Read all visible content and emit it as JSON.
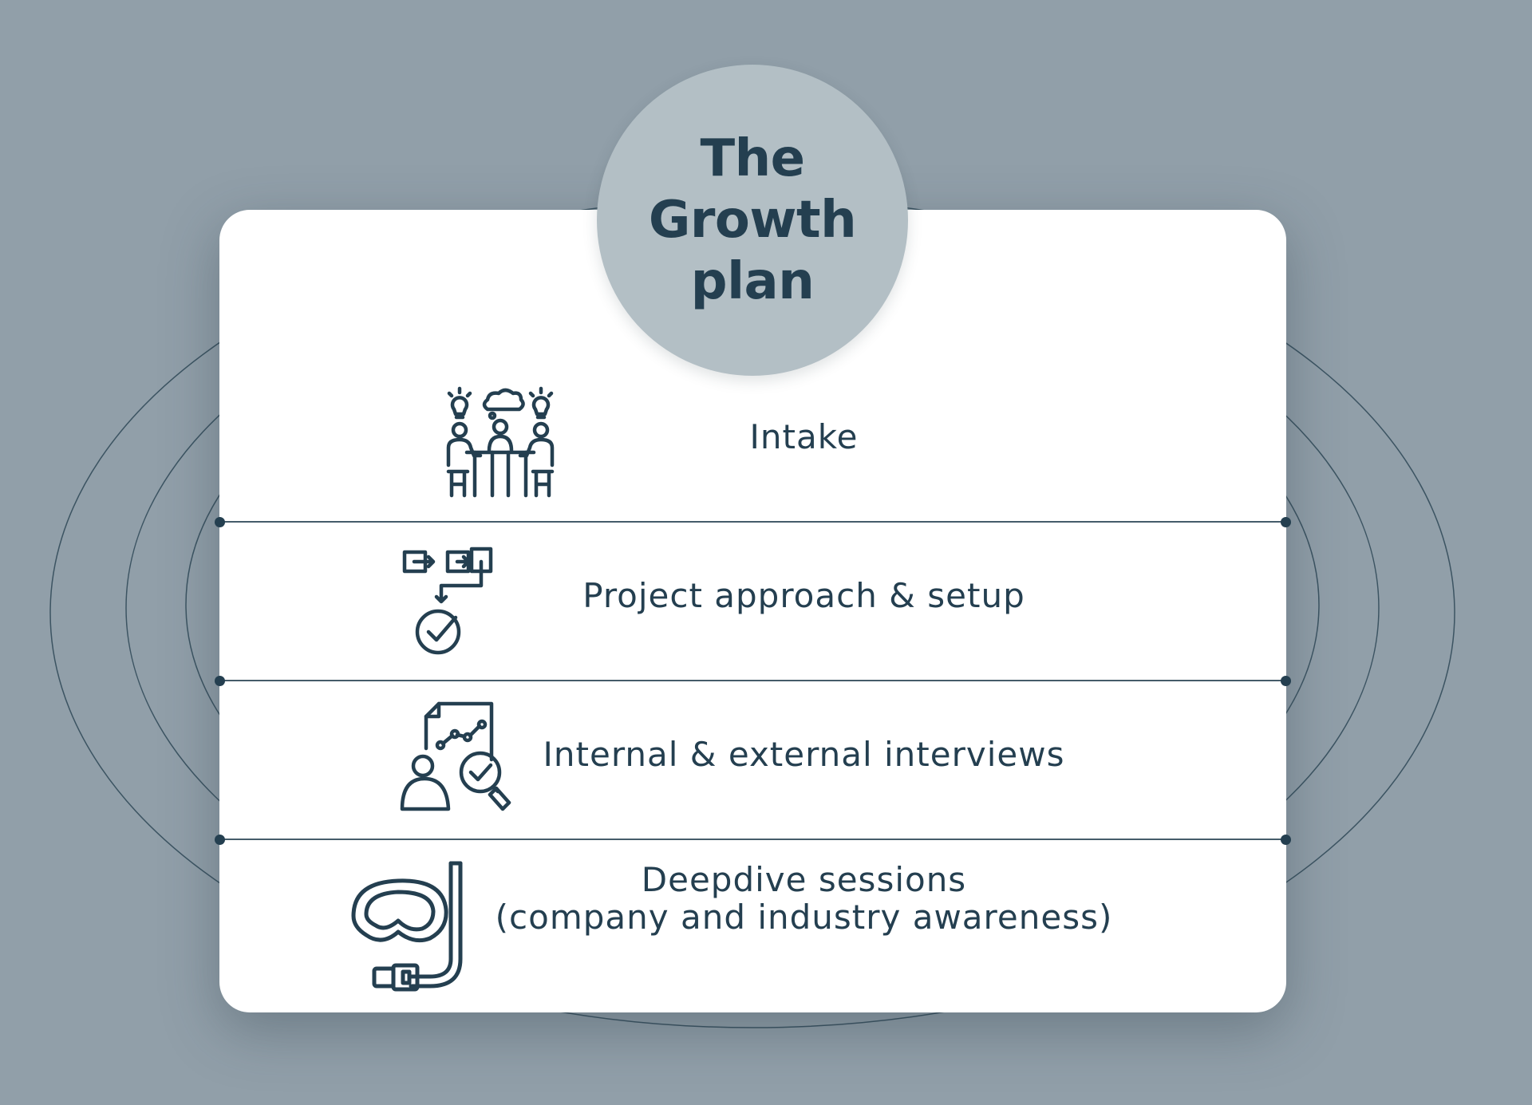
{
  "colors": {
    "background": "#919fa9",
    "accent": "#b3bfc5",
    "dark": "#243f50",
    "card": "#ffffff"
  },
  "title": {
    "lines": [
      "The",
      "Growth",
      "plan"
    ]
  },
  "steps": [
    {
      "label": "Intake",
      "icon": "meeting-brainstorm-icon"
    },
    {
      "label": "Project approach & setup",
      "icon": "process-flow-icon"
    },
    {
      "label": "Internal & external interviews",
      "icon": "analysis-report-icon"
    },
    {
      "label": "Deepdive sessions",
      "label_line2": "(company and industry awareness)",
      "icon": "snorkel-mask-icon"
    }
  ]
}
